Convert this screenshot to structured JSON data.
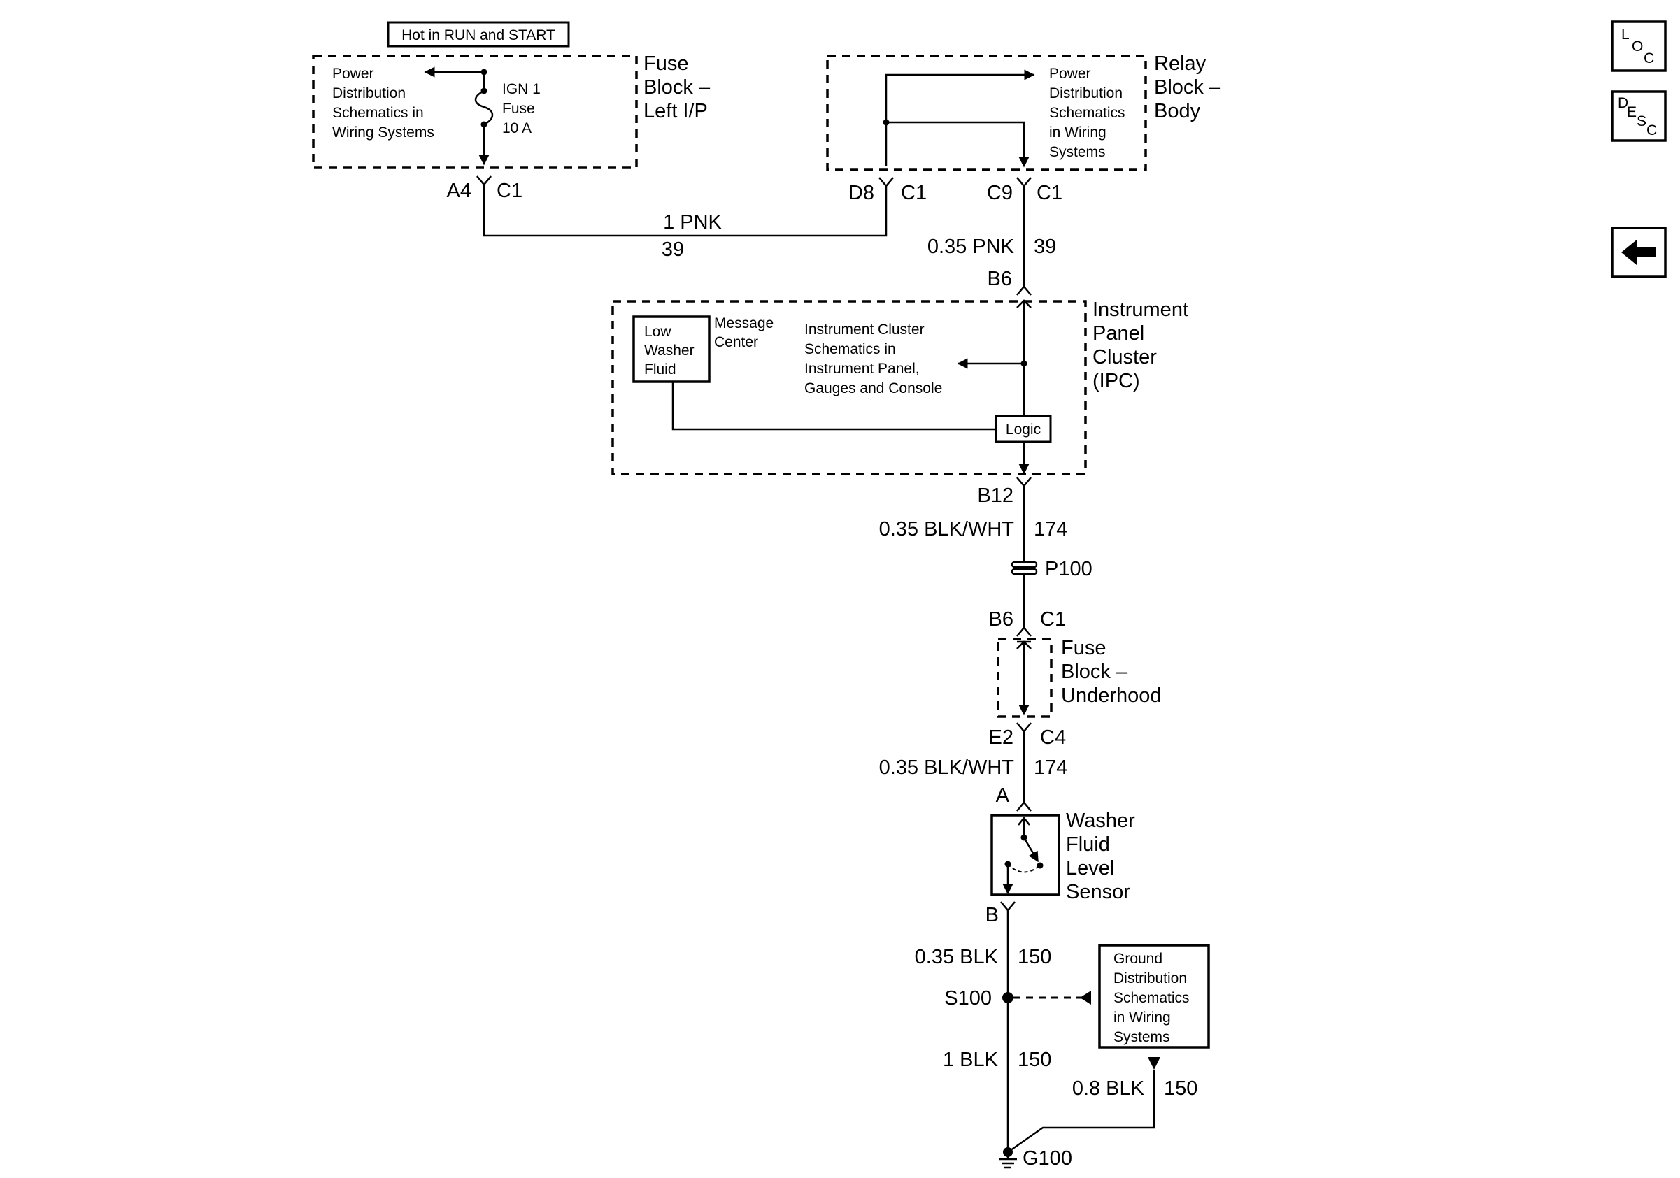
{
  "header": {
    "hot_label": "Hot in RUN and START"
  },
  "fuse_block_left": {
    "title_lines": [
      "Fuse",
      "Block –",
      "Left I/P"
    ],
    "pd_lines": [
      "Power",
      "Distribution",
      "Schematics in",
      "Wiring Systems"
    ],
    "fuse_lines": [
      "IGN 1",
      "Fuse",
      "10 A"
    ],
    "connector": {
      "pin": "A4",
      "name": "C1"
    }
  },
  "relay_block_body": {
    "title_lines": [
      "Relay",
      "Block –",
      "Body"
    ],
    "pd_lines": [
      "Power",
      "Distribution",
      "Schematics",
      "in Wiring",
      "Systems"
    ],
    "connector_a": {
      "pin": "D8",
      "name": "C1"
    },
    "connector_b": {
      "pin": "C9",
      "name": "C1"
    }
  },
  "wires": {
    "w1": {
      "label": "1 PNK",
      "circuit": "39"
    },
    "w2": {
      "label": "0.35 PNK",
      "circuit": "39"
    },
    "w3": {
      "label": "0.35 BLK/WHT",
      "circuit": "174"
    },
    "w4": {
      "label": "0.35 BLK/WHT",
      "circuit": "174"
    },
    "w5": {
      "label": "0.35 BLK",
      "circuit": "150"
    },
    "w6": {
      "label": "1 BLK",
      "circuit": "150"
    },
    "w7": {
      "label": "0.8 BLK",
      "circuit": "150"
    }
  },
  "ipc": {
    "title_lines": [
      "Instrument",
      "Panel",
      "Cluster",
      "(IPC)"
    ],
    "pin_top": "B6",
    "pin_bottom": "B12",
    "low_washer_lines": [
      "Low",
      "Washer",
      "Fluid"
    ],
    "message_center_lines": [
      "Message",
      "Center"
    ],
    "ic_lines": [
      "Instrument Cluster",
      "Schematics in",
      "Instrument Panel,",
      "Gauges and Console"
    ],
    "logic_label": "Logic"
  },
  "inline_connector": {
    "label": "P100"
  },
  "fuse_block_underhood": {
    "title_lines": [
      "Fuse",
      "Block –",
      "Underhood"
    ],
    "top": {
      "pin": "B6",
      "name": "C1"
    },
    "bottom": {
      "pin": "E2",
      "name": "C4"
    }
  },
  "sensor": {
    "title_lines": [
      "Washer",
      "Fluid",
      "Level",
      "Sensor"
    ],
    "pin_a": "A",
    "pin_b": "B"
  },
  "splice": {
    "label": "S100"
  },
  "ground_dist": {
    "lines": [
      "Ground",
      "Distribution",
      "Schematics",
      "in Wiring",
      "Systems"
    ]
  },
  "ground": {
    "label": "G100"
  },
  "nav": {
    "loc": [
      "L",
      "O",
      "C"
    ],
    "desc": [
      "D",
      "E",
      "S",
      "C"
    ]
  }
}
